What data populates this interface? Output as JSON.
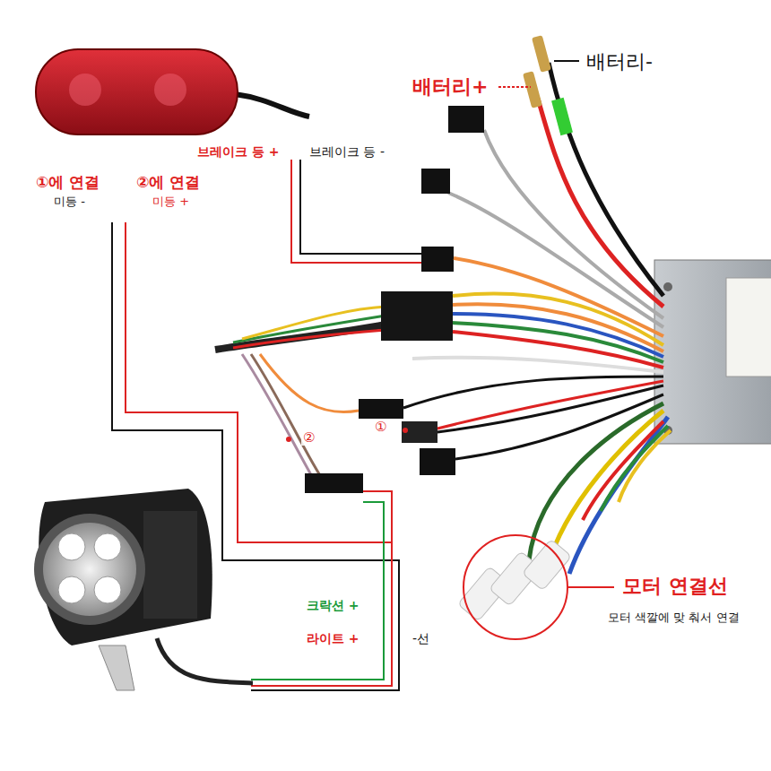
{
  "diagram": {
    "labels": [
      "배터리-",
      "배터리+",
      "①에 연결",
      "미등 -",
      "②에 연결",
      "미등 +",
      "브레이크 등 +",
      "브레이크 등 -",
      "②",
      "①",
      "모터 연결선",
      "모터 색깔에 맞 춰서 연결",
      "크락션 +",
      "라이트 +",
      "-선"
    ]
  }
}
